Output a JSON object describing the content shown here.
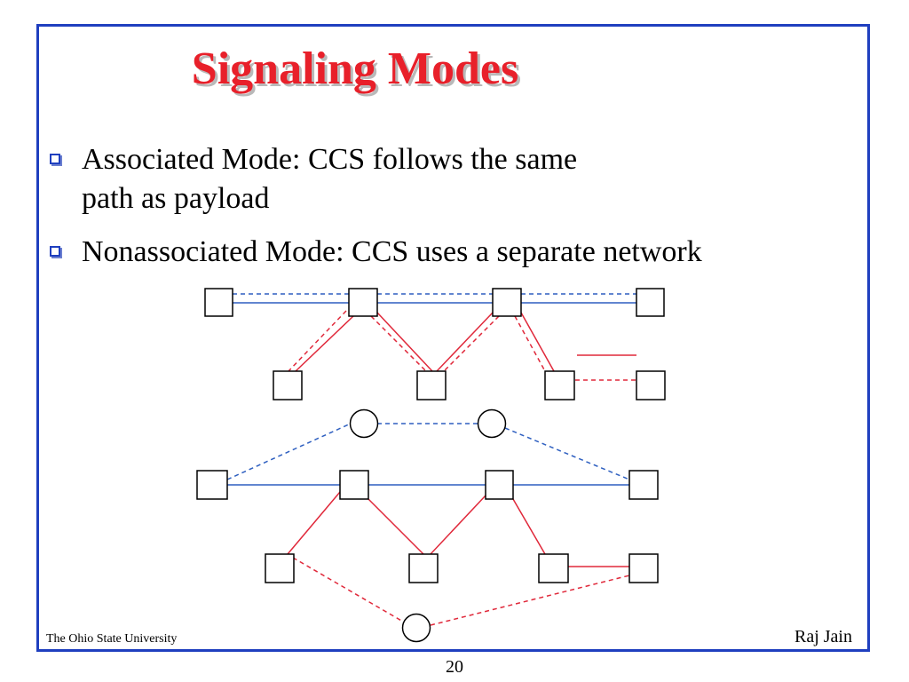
{
  "slide": {
    "title": "Signaling Modes",
    "bullets": [
      {
        "line1": "Associated Mode: CCS follows the same",
        "line2": "path as payload"
      },
      {
        "line1": "Nonassociated Mode: CCS uses a separate network"
      }
    ],
    "footer_left": "The Ohio State University",
    "footer_right": "Raj Jain",
    "page_number": "20"
  },
  "colors": {
    "title": "#e8202a",
    "frame": "#1f3fbf",
    "blue_link": "#2e5fc0",
    "red_link": "#e0283a"
  }
}
